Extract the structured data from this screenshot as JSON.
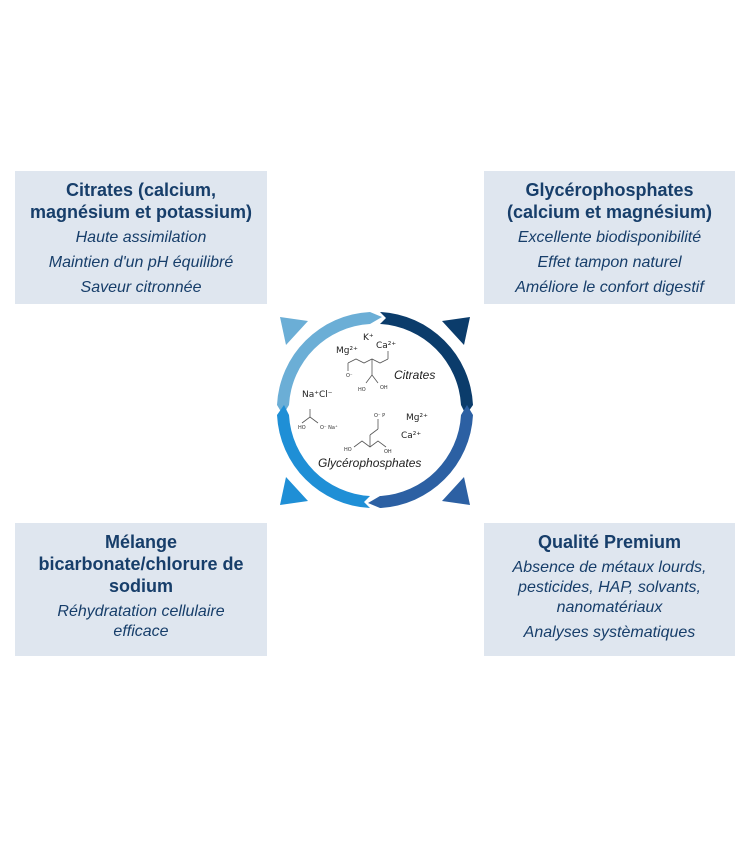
{
  "boxes": {
    "citrates": {
      "title_line1": "Citrates (calcium,",
      "title_line2": "magnésium et potassium)",
      "items": [
        "Haute assimilation",
        "Maintien d'un pH équilibré",
        "Saveur citronnée"
      ]
    },
    "glycerophosphates": {
      "title_line1": "Glycérophosphates",
      "title_line2": "(calcium et magnésium)",
      "items": [
        "Excellente biodisponibilité",
        "Effet tampon naturel",
        "Améliore le confort digestif"
      ]
    },
    "bicarbonate": {
      "title_line1": "Mélange",
      "title_line2": "bicarbonate/chlorure de",
      "title_line3": "sodium",
      "items_line1": "Réhydratation cellulaire",
      "items_line2": "efficace"
    },
    "premium": {
      "title": "Qualité Premium",
      "items_line1": "Absence de métaux lourds,",
      "items_line2": "pesticides, HAP, solvants,",
      "items_line3": "nanomatériaux",
      "items_line4": "Analyses systèmatiques"
    }
  },
  "cycle": {
    "ions": {
      "mg_top": "Mg²⁺",
      "k": "K⁺",
      "ca_top": "Ca²⁺",
      "nacl": "Na⁺Cl⁻",
      "mg_bottom": "Mg²⁺",
      "ca_bottom": "Ca²⁺"
    },
    "labels": {
      "citrates": "Citrates",
      "glycerophosphates": "Glycérophosphates"
    },
    "colors": {
      "top_left": "#6baed6",
      "top_right": "#0b3c6b",
      "bottom_right": "#2c60a3",
      "bottom_left": "#1f8fd6"
    }
  }
}
